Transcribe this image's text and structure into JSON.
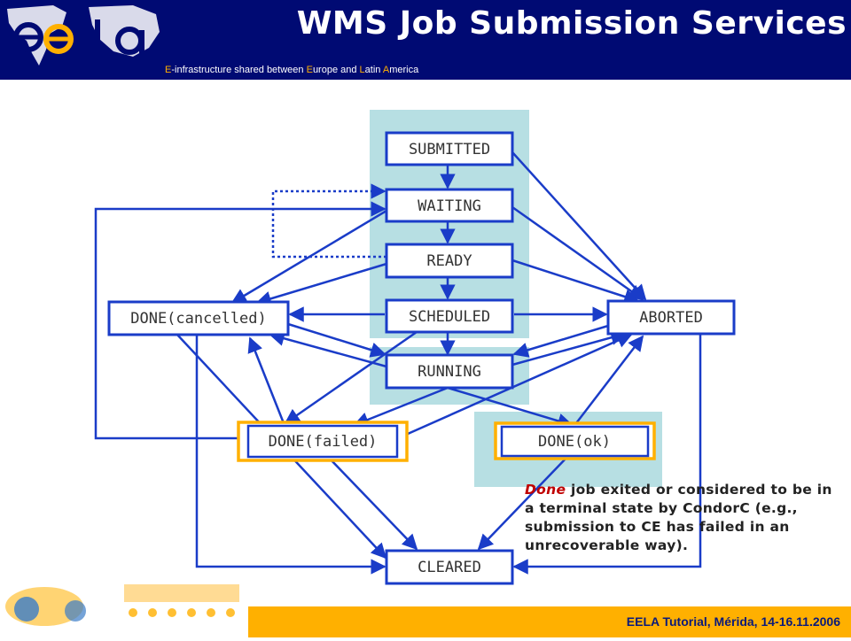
{
  "header": {
    "title": "WMS Job Submission Services",
    "tagline_parts": [
      "E",
      "-infrastructure shared between ",
      "E",
      "urope and ",
      "L",
      "atin ",
      "A",
      "merica"
    ]
  },
  "states": {
    "submitted": "SUBMITTED",
    "waiting": "WAITING",
    "ready": "READY",
    "scheduled": "SCHEDULED",
    "running": "RUNNING",
    "done_cancelled": "DONE(cancelled)",
    "aborted": "ABORTED",
    "done_failed": "DONE(failed)",
    "done_ok": "DONE(ok)",
    "cleared": "CLEARED"
  },
  "note": {
    "keyword": "Done",
    "text": " job exited or considered to be in a terminal state by CondorC (e.g., submission to CE has failed in an unrecoverable way)."
  },
  "footer": {
    "text": "EELA Tutorial, Mérida, 14-16.11.2006"
  },
  "colors": {
    "header_bg": "#000a73",
    "accent": "#ffb000",
    "arrow": "#1a3cc8",
    "box_shade": "#b7dfe3"
  }
}
